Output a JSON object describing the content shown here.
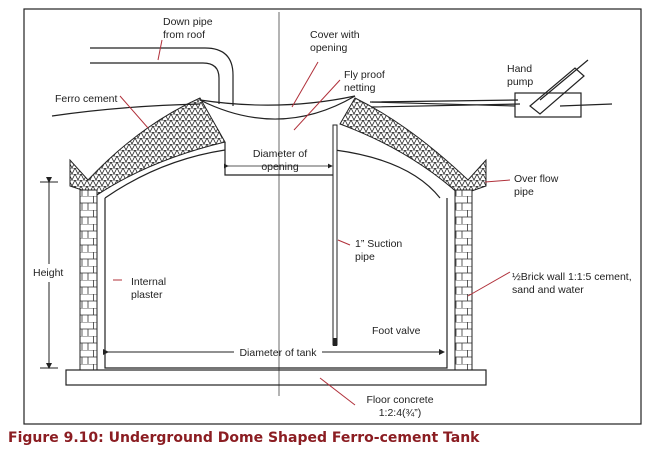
{
  "labels": {
    "down_pipe": [
      "Down pipe",
      "from roof"
    ],
    "cover": [
      "Cover with",
      "opening"
    ],
    "fly_proof": [
      "Fly proof",
      "netting"
    ],
    "hand_pump": [
      "Hand",
      "pump"
    ],
    "ferro_cement": "Ferro cement",
    "diameter_opening": [
      "Diameter of",
      "opening"
    ],
    "overflow": [
      "Over flow",
      "pipe"
    ],
    "suction": [
      "1” Suction",
      "pipe"
    ],
    "height": "Height",
    "internal_plaster": [
      "Internal",
      "plaster"
    ],
    "brick_wall": [
      "½Brick wall 1:1:5 cement,",
      "sand and water"
    ],
    "foot_valve": "Foot valve",
    "diameter_tank": "Diameter of tank",
    "floor": [
      "Floor concrete",
      "1:2:4(¾”)"
    ]
  },
  "caption": "Figure 9.10: Underground Dome Shaped Ferro-cement Tank",
  "colors": {
    "caption": "#8b1d22",
    "leader": "#b0303a"
  }
}
